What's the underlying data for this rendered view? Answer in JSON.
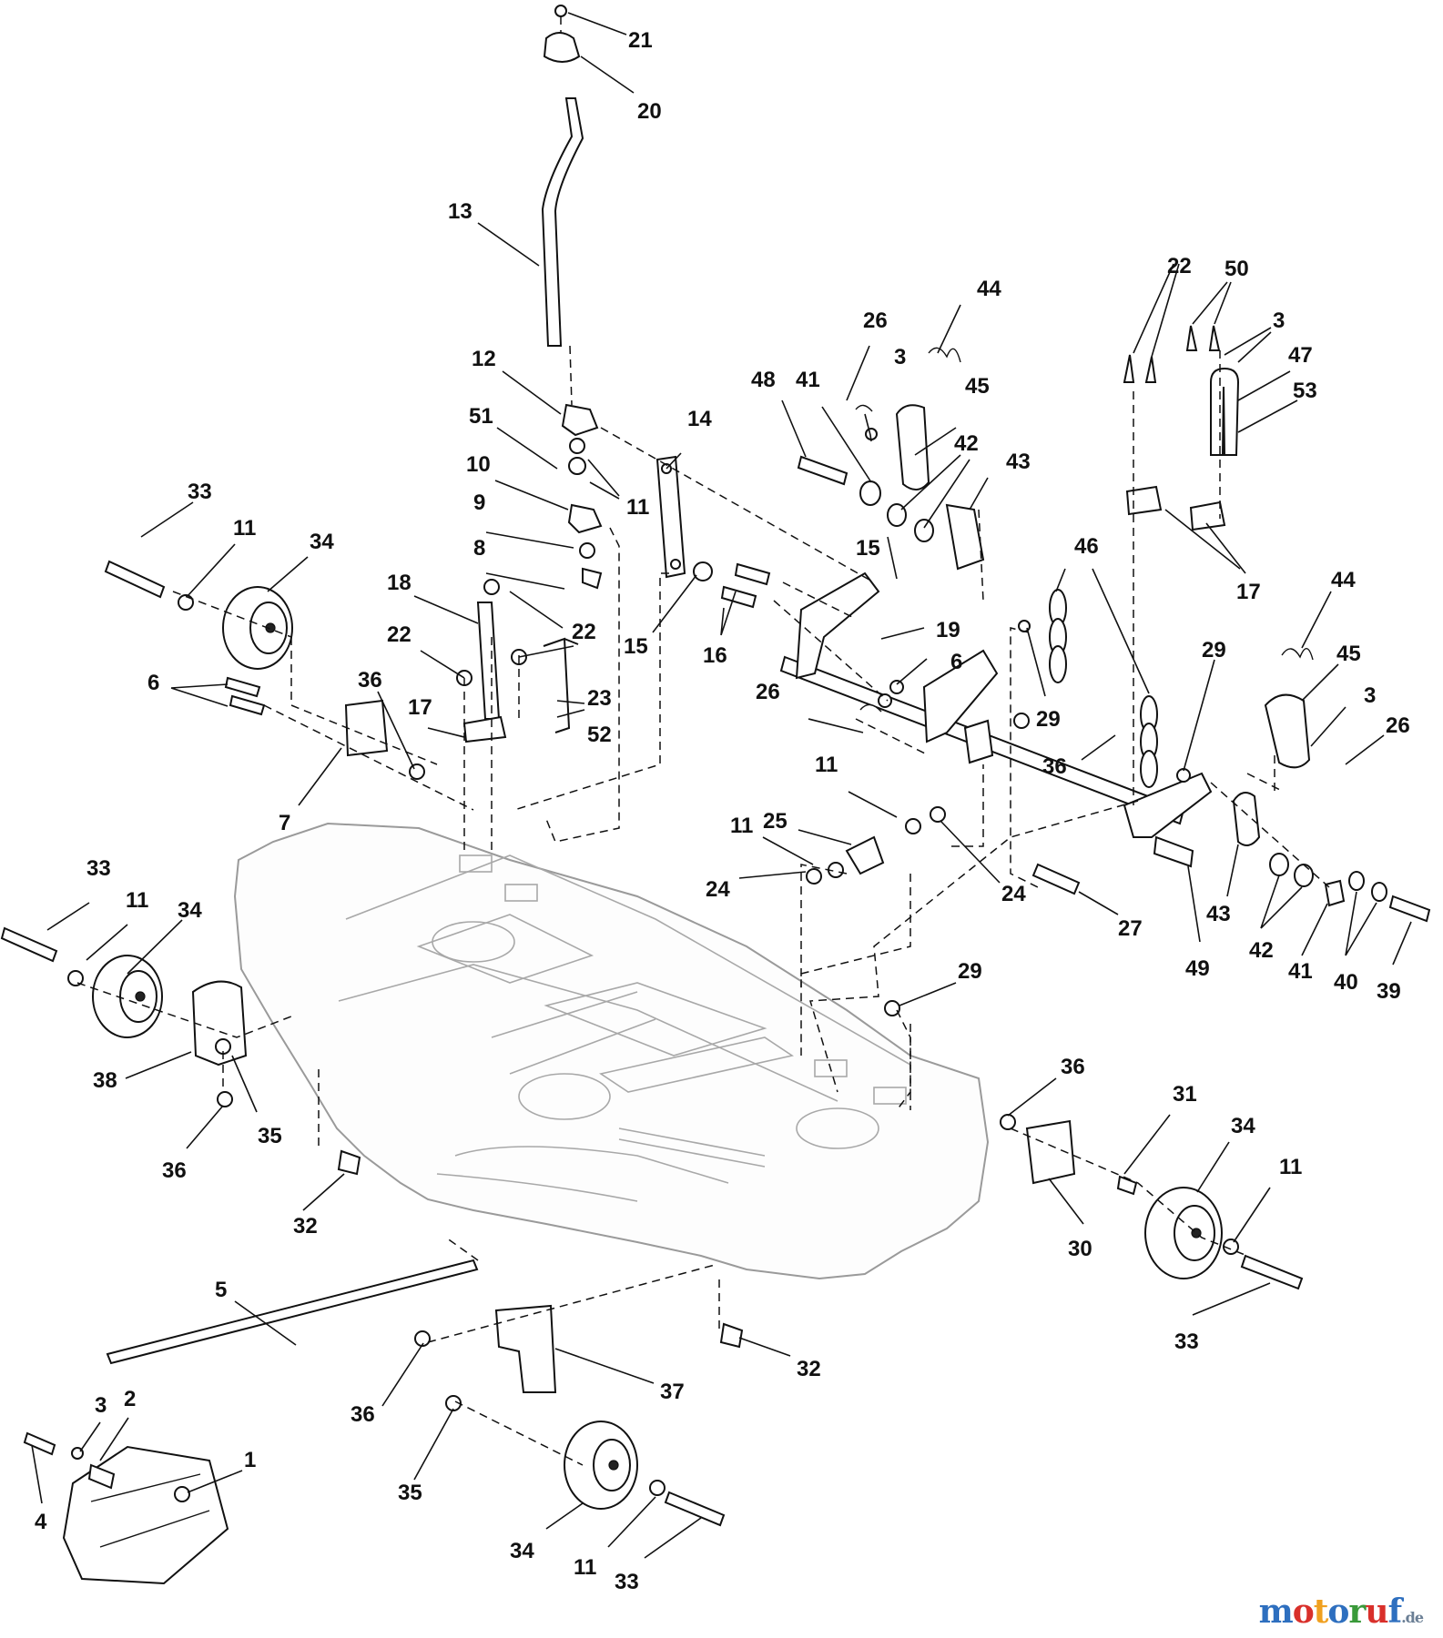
{
  "diagram": {
    "callouts": [
      {
        "id": "c21a",
        "text": "21"
      },
      {
        "id": "c20a",
        "text": "20"
      },
      {
        "id": "c13a",
        "text": "13"
      },
      {
        "id": "c12a",
        "text": "12"
      },
      {
        "id": "c51a",
        "text": "51"
      },
      {
        "id": "c10a",
        "text": "10"
      },
      {
        "id": "c11a",
        "text": "11"
      },
      {
        "id": "c9a",
        "text": "9"
      },
      {
        "id": "c8a",
        "text": "8"
      },
      {
        "id": "c14a",
        "text": "14"
      },
      {
        "id": "c15a",
        "text": "15"
      },
      {
        "id": "c16a",
        "text": "16"
      },
      {
        "id": "c15b",
        "text": "15"
      },
      {
        "id": "c18a",
        "text": "18"
      },
      {
        "id": "c22a",
        "text": "22"
      },
      {
        "id": "c22b",
        "text": "22"
      },
      {
        "id": "c23a",
        "text": "23"
      },
      {
        "id": "c52a",
        "text": "52"
      },
      {
        "id": "c17a",
        "text": "17"
      },
      {
        "id": "c36a",
        "text": "36"
      },
      {
        "id": "c6a",
        "text": "6"
      },
      {
        "id": "c7a",
        "text": "7"
      },
      {
        "id": "c33a",
        "text": "33"
      },
      {
        "id": "c11b",
        "text": "11"
      },
      {
        "id": "c34a",
        "text": "34"
      },
      {
        "id": "c26a",
        "text": "26"
      },
      {
        "id": "c44a",
        "text": "44"
      },
      {
        "id": "c3a",
        "text": "3"
      },
      {
        "id": "c48a",
        "text": "48"
      },
      {
        "id": "c41a",
        "text": "41"
      },
      {
        "id": "c45a",
        "text": "45"
      },
      {
        "id": "c42a",
        "text": "42"
      },
      {
        "id": "c43a",
        "text": "43"
      },
      {
        "id": "c19a",
        "text": "19"
      },
      {
        "id": "c6b",
        "text": "6"
      },
      {
        "id": "c26b",
        "text": "26"
      },
      {
        "id": "c46a",
        "text": "46"
      },
      {
        "id": "c29a",
        "text": "29"
      },
      {
        "id": "c22c",
        "text": "22"
      },
      {
        "id": "c50a",
        "text": "50"
      },
      {
        "id": "c3b",
        "text": "3"
      },
      {
        "id": "c47a",
        "text": "47"
      },
      {
        "id": "c53a",
        "text": "53"
      },
      {
        "id": "c17b",
        "text": "17"
      },
      {
        "id": "c44b",
        "text": "44"
      },
      {
        "id": "c45b",
        "text": "45"
      },
      {
        "id": "c3c",
        "text": "3"
      },
      {
        "id": "c26c",
        "text": "26"
      },
      {
        "id": "c29b",
        "text": "29"
      },
      {
        "id": "c36b",
        "text": "36"
      },
      {
        "id": "c11c",
        "text": "11"
      },
      {
        "id": "c25a",
        "text": "25"
      },
      {
        "id": "c11d",
        "text": "11"
      },
      {
        "id": "c24a",
        "text": "24"
      },
      {
        "id": "c24b",
        "text": "24"
      },
      {
        "id": "c27a",
        "text": "27"
      },
      {
        "id": "c49a",
        "text": "49"
      },
      {
        "id": "c43b",
        "text": "43"
      },
      {
        "id": "c42b",
        "text": "42"
      },
      {
        "id": "c41b",
        "text": "41"
      },
      {
        "id": "c40a",
        "text": "40"
      },
      {
        "id": "c39a",
        "text": "39"
      },
      {
        "id": "c33b",
        "text": "33"
      },
      {
        "id": "c11e",
        "text": "11"
      },
      {
        "id": "c34b",
        "text": "34"
      },
      {
        "id": "c38a",
        "text": "38"
      },
      {
        "id": "c35a",
        "text": "35"
      },
      {
        "id": "c36c",
        "text": "36"
      },
      {
        "id": "c32a",
        "text": "32"
      },
      {
        "id": "c29c",
        "text": "29"
      },
      {
        "id": "c36d",
        "text": "36"
      },
      {
        "id": "c31a",
        "text": "31"
      },
      {
        "id": "c34c",
        "text": "34"
      },
      {
        "id": "c11f",
        "text": "11"
      },
      {
        "id": "c30a",
        "text": "30"
      },
      {
        "id": "c33c",
        "text": "33"
      },
      {
        "id": "c5a",
        "text": "5"
      },
      {
        "id": "c32b",
        "text": "32"
      },
      {
        "id": "c37a",
        "text": "37"
      },
      {
        "id": "c36e",
        "text": "36"
      },
      {
        "id": "c3d",
        "text": "3"
      },
      {
        "id": "c2a",
        "text": "2"
      },
      {
        "id": "c1a",
        "text": "1"
      },
      {
        "id": "c4a",
        "text": "4"
      },
      {
        "id": "c35b",
        "text": "35"
      },
      {
        "id": "c34d",
        "text": "34"
      },
      {
        "id": "c11g",
        "text": "11"
      },
      {
        "id": "c33d",
        "text": "33"
      }
    ]
  },
  "watermark": {
    "letters": [
      "m",
      "o",
      "t",
      "o",
      "r",
      "u",
      "f"
    ],
    "colors": [
      "#2e6fbf",
      "#d9302b",
      "#f0a020",
      "#2e6fbf",
      "#3a9a3a",
      "#d9302b",
      "#2e6fbf"
    ],
    "suffix": ".de"
  }
}
